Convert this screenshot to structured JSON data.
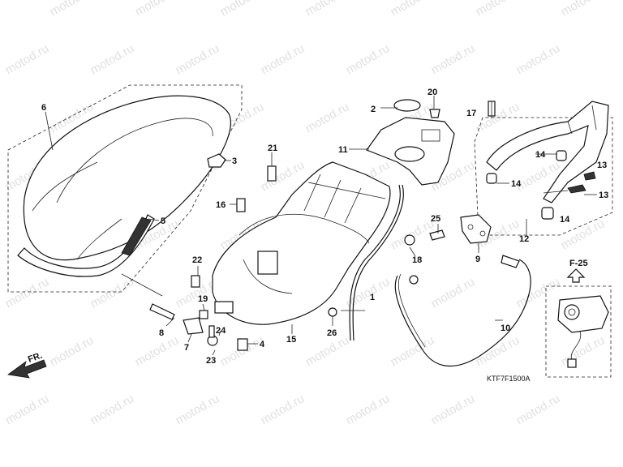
{
  "watermark": "motod.ru",
  "diagram_code": "KTF7F1500A",
  "reference": "F-25",
  "arrow_label": "FR.",
  "callouts": [
    "1",
    "2",
    "3",
    "4",
    "5",
    "6",
    "7",
    "8",
    "9",
    "10",
    "11",
    "12",
    "13",
    "13",
    "14",
    "14",
    "14",
    "15",
    "16",
    "17",
    "18",
    "19",
    "20",
    "21",
    "22",
    "23",
    "24",
    "25",
    "26"
  ],
  "colors": {
    "line": "#111111",
    "watermark": "#c8c8c8"
  }
}
